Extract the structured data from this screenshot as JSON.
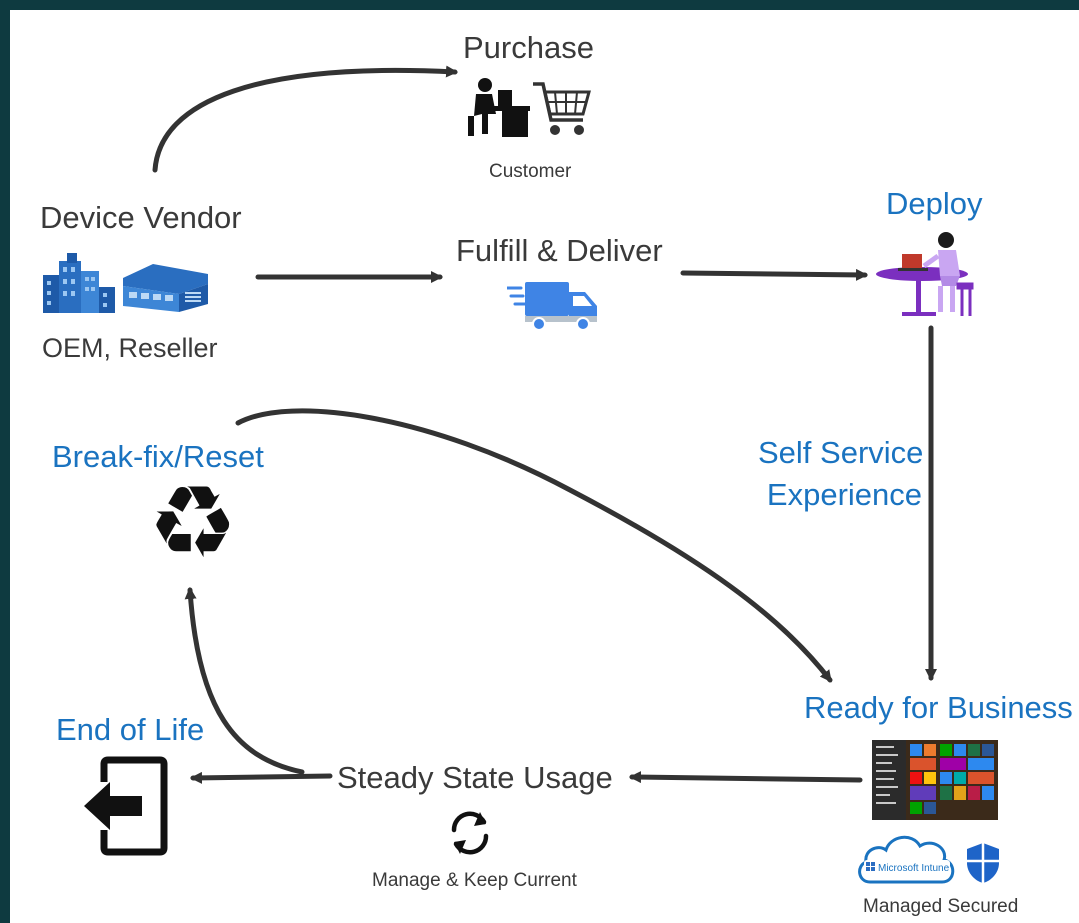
{
  "colors": {
    "frame": "#0e3a40",
    "accent_blue": "#1a73c0",
    "text": "#3a3a3a",
    "arrow": "#333333"
  },
  "nodes": {
    "purchase": {
      "title": "Purchase",
      "caption": "Customer",
      "icons": [
        "desk-worker-icon",
        "shopping-cart-icon"
      ]
    },
    "device_vendor": {
      "title": "Device Vendor",
      "caption": "OEM, Reseller",
      "icons": [
        "office-building-icon",
        "warehouse-icon"
      ]
    },
    "fulfill": {
      "title": "Fulfill & Deliver",
      "icons": [
        "delivery-truck-icon"
      ]
    },
    "deploy": {
      "title": "Deploy",
      "icons": [
        "person-at-laptop-icon"
      ]
    },
    "self_service": {
      "line1": "Self Service",
      "line2": "Experience"
    },
    "break_fix": {
      "title": "Break-fix/Reset",
      "icons": [
        "recycle-icon"
      ]
    },
    "ready": {
      "title": "Ready for Business",
      "caption": "Managed Secured",
      "intune_label": "Microsoft Intune",
      "icons": [
        "start-menu-screenshot-icon",
        "intune-cloud-icon",
        "defender-shield-icon"
      ]
    },
    "steady": {
      "title": "Steady State Usage",
      "caption": "Manage & Keep Current",
      "icons": [
        "sync-icon"
      ]
    },
    "end_of_life": {
      "title": "End of Life",
      "icons": [
        "exit-icon"
      ]
    }
  }
}
